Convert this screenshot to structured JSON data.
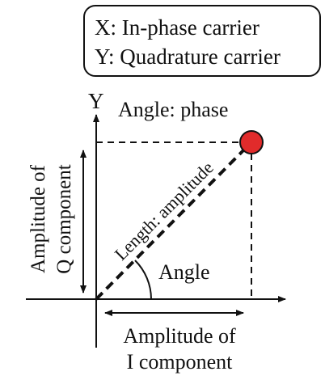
{
  "legend": {
    "line1": "X: In-phase carrier",
    "line2": "Y: Quadrature carrier"
  },
  "axes": {
    "y_label": "Y"
  },
  "labels": {
    "angle_phase": "Angle: phase",
    "amplitude_q_line1": "Amplitude of",
    "amplitude_q_line2": "Q component",
    "length_amplitude": "Length: amplitude",
    "angle": "Angle",
    "amplitude_i_line1": "Amplitude of",
    "amplitude_i_line2": "I component"
  },
  "colors": {
    "point": "#e12b2b",
    "line": "#111111"
  }
}
